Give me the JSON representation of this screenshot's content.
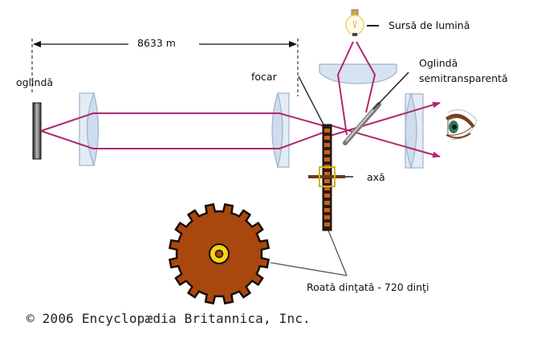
{
  "labels": {
    "distance": "8633 m",
    "mirror": "oglindă",
    "focus": "focar",
    "light_source": "Sursă de lumină",
    "semi_mirror_line1": "Oglindă",
    "semi_mirror_line2": "semitransparentă",
    "axle": "axă",
    "toothed_wheel": "Roată dinţată - 720 dinţi"
  },
  "copyright": "© 2006 Encyclopædia Britannica, Inc.",
  "colors": {
    "beam": "#b0286f",
    "lens_fill": "#d6e3f0",
    "lens_stroke": "#9db2cc",
    "gear": "#a8480f",
    "hub": "#f5d21a",
    "leader": "#333333"
  }
}
